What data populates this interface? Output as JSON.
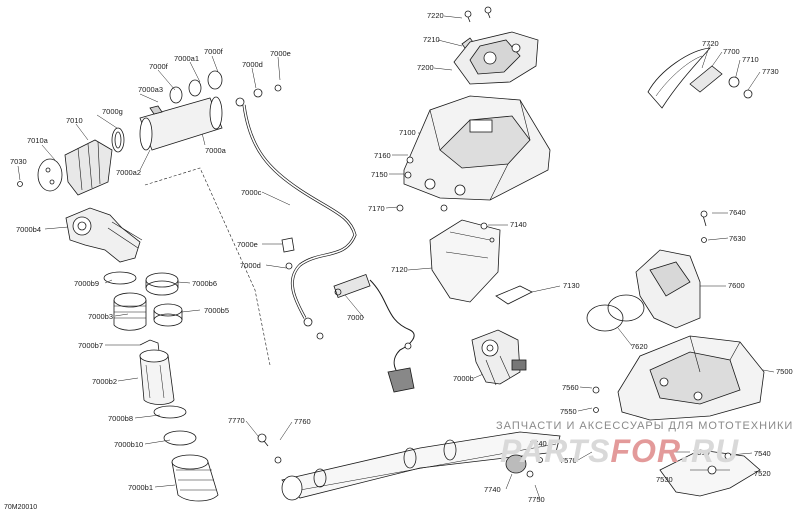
{
  "diagram_id": "70M20010",
  "watermark": {
    "text": "ЗАПЧАСТИ И АКСЕССУАРЫ ДЛЯ МОТОТЕХНИКИ",
    "logo_left": "PARTS",
    "logo_mid": "FOR",
    "logo_right": ".RU"
  },
  "labels": {
    "p7010a": "7010a",
    "p7010": "7010",
    "p7030": "7030",
    "p7000g": "7000g",
    "p7000a3": "7000a3",
    "p7000f": "7000f",
    "p7000a1": "7000a1",
    "p7000f2": "7000f",
    "p7000d": "7000d",
    "p7000e": "7000e",
    "p7000a": "7000a",
    "p7000a2": "7000a2",
    "p7000c": "7000c",
    "p7000b4": "7000b4",
    "p7000e2": "7000e",
    "p7000d2": "7000d",
    "p7000b9": "7000b9",
    "p7000b6": "7000b6",
    "p7000b3": "7000b3",
    "p7000b5": "7000b5",
    "p7000b7": "7000b7",
    "p7000b2": "7000b2",
    "p7000b8": "7000b8",
    "p7000b10": "7000b10",
    "p7000b1": "7000b1",
    "p7000": "7000",
    "p7000b": "7000b",
    "p7220": "7220",
    "p7210": "7210",
    "p7200": "7200",
    "p7100": "7100",
    "p7160": "7160",
    "p7150": "7150",
    "p7170": "7170",
    "p7140": "7140",
    "p7120": "7120",
    "p7130": "7130",
    "p7720": "7720",
    "p7700": "7700",
    "p7710": "7710",
    "p7730": "7730",
    "p7640": "7640",
    "p7630": "7630",
    "p7600": "7600",
    "p7620": "7620",
    "p7500": "7500",
    "p7560": "7560",
    "p7550": "7550",
    "p7540": "7540",
    "p7570": "7570",
    "p7510": "7510",
    "p7530": "7530",
    "p7520": "7520",
    "p7770": "7770",
    "p7760": "7760",
    "p7740": "7740",
    "p7750": "7750"
  },
  "colors": {
    "line": "#1a1a1a",
    "fill": "#ffffff",
    "shade": "#cfcfcf",
    "dark": "#6a6a6a"
  }
}
